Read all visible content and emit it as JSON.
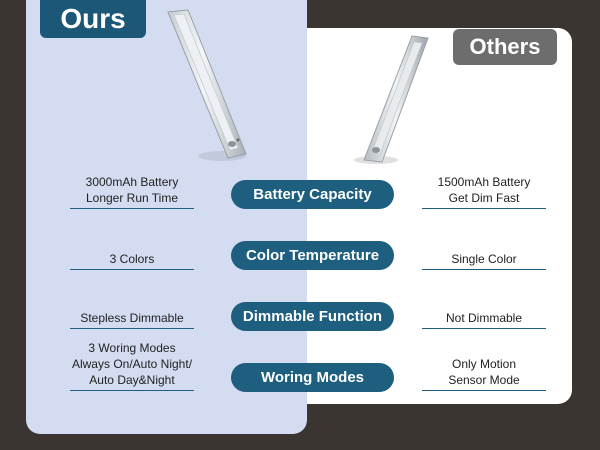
{
  "badges": {
    "ours": "Ours",
    "others": "Others"
  },
  "rows": [
    {
      "feature": "Battery Capacity",
      "ours": [
        "3000mAh Battery",
        "Longer Run Time"
      ],
      "others": [
        "1500mAh Battery",
        "Get Dim Fast"
      ]
    },
    {
      "feature": "Color Temperature",
      "ours": [
        "3 Colors"
      ],
      "others": [
        "Single Color"
      ]
    },
    {
      "feature": "Dimmable Function",
      "ours": [
        "Stepless Dimmable"
      ],
      "others": [
        "Not Dimmable"
      ]
    },
    {
      "feature": "Woring Modes",
      "ours": [
        "3 Woring Modes",
        "Always On/Auto Night/",
        "Auto Day&Night"
      ],
      "others": [
        "Only Motion",
        "Sensor Mode"
      ]
    }
  ],
  "colors": {
    "accent": "#1e5e7e",
    "ours_panel": "#d3dcf0",
    "others_badge": "#6d6d6d",
    "background": "#3b3532"
  }
}
